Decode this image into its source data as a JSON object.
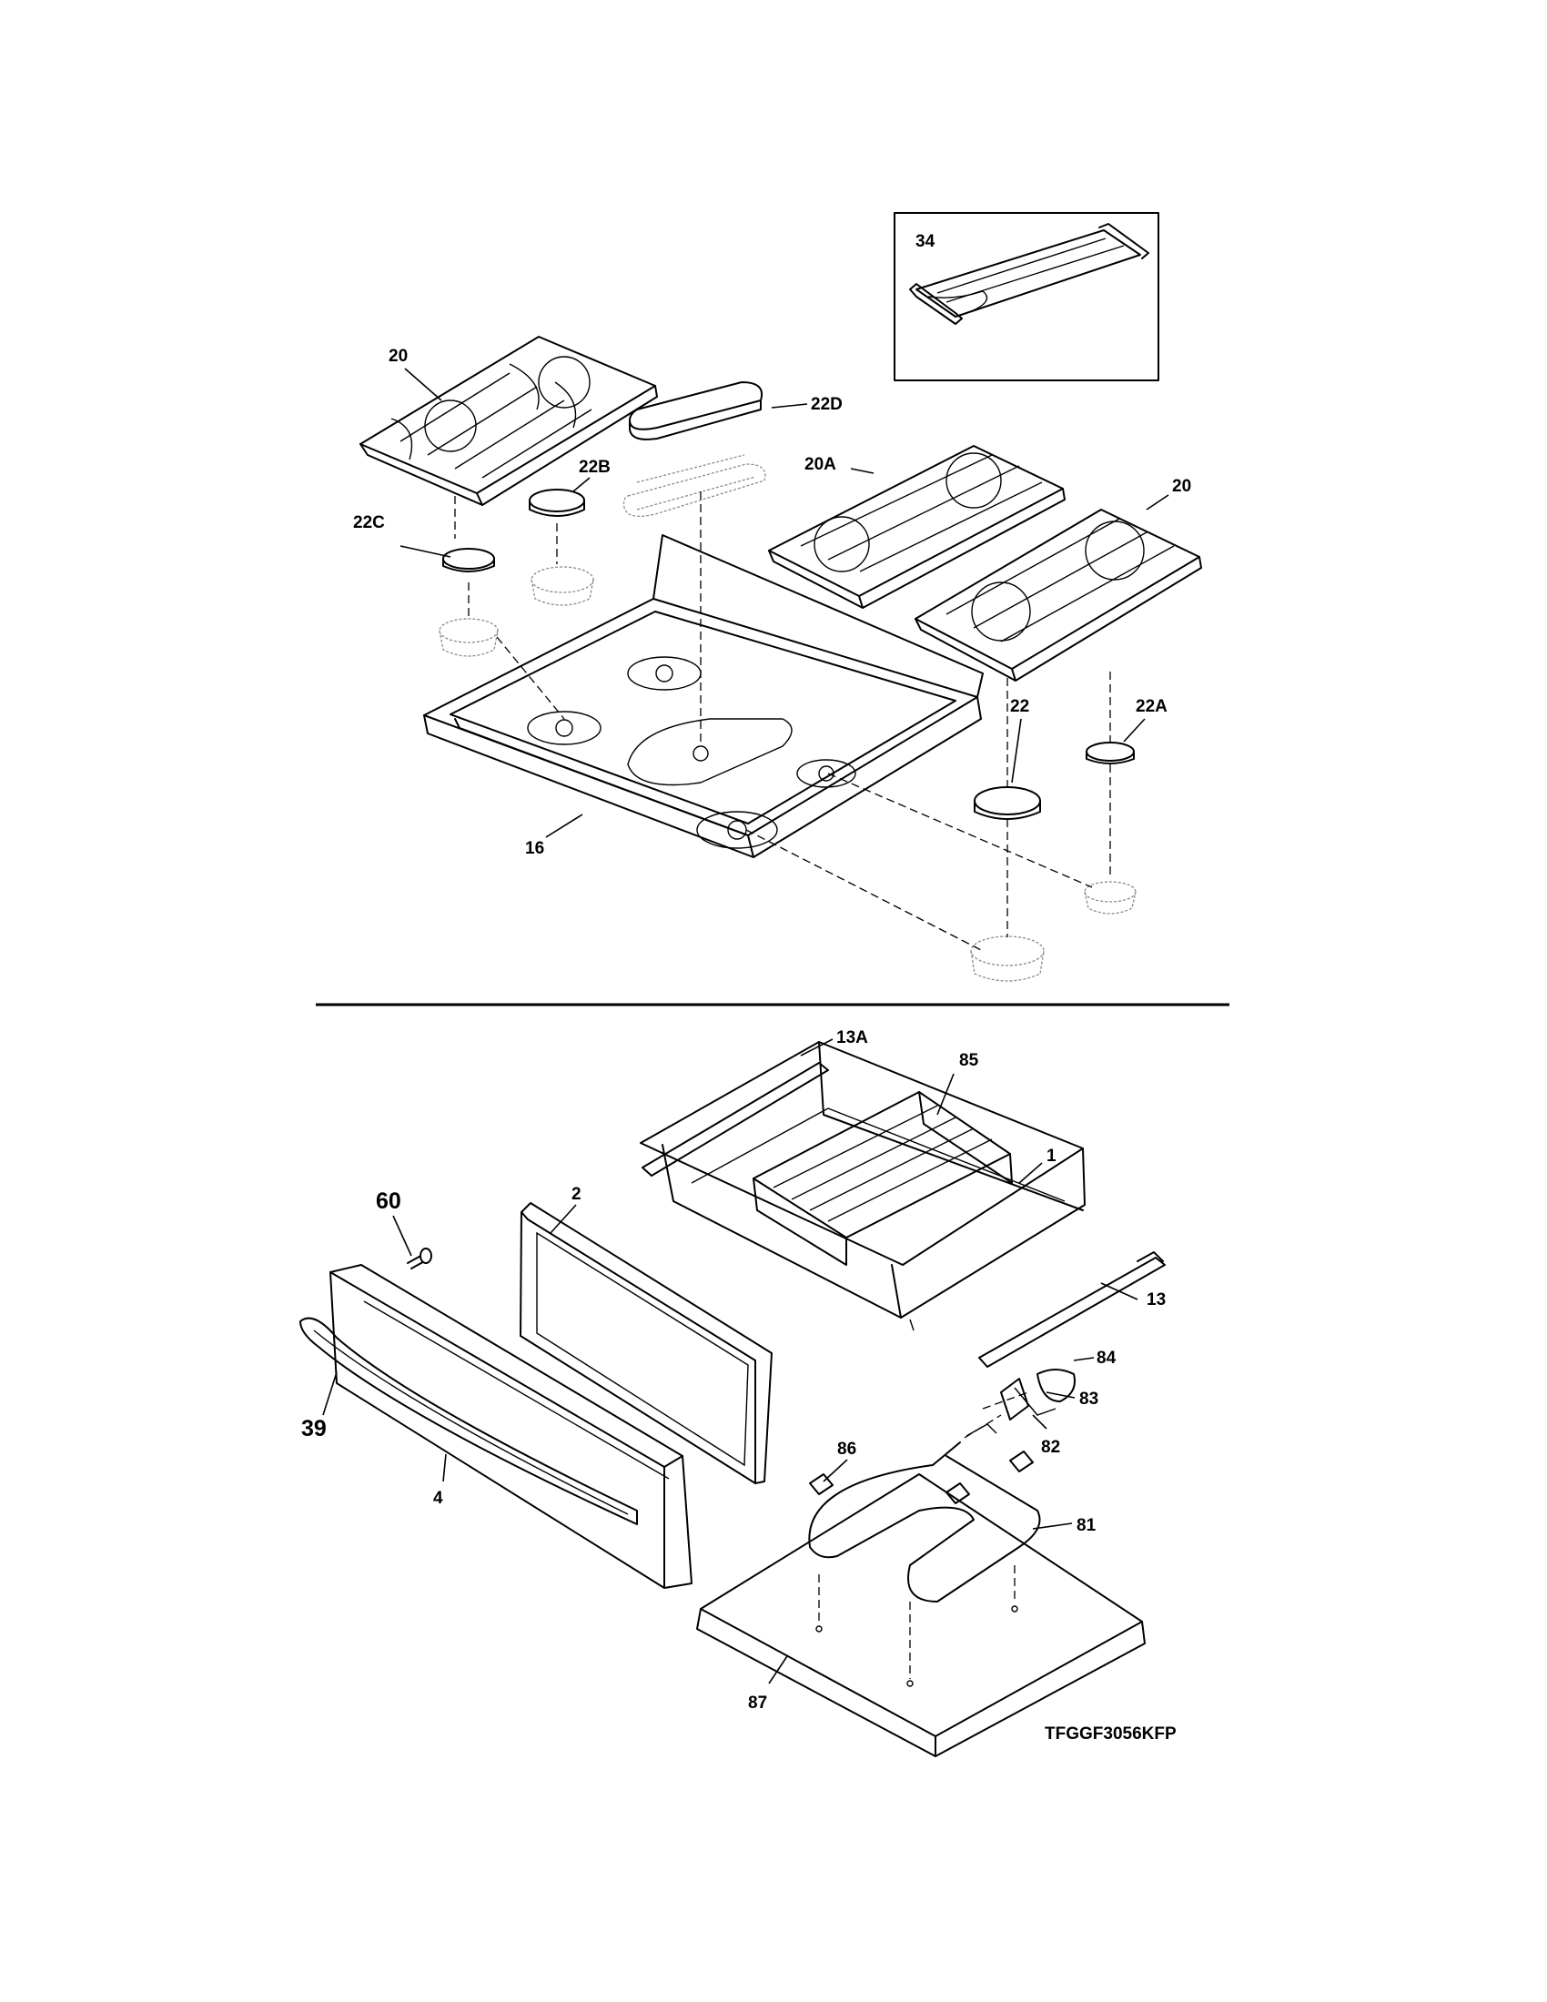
{
  "callouts": {
    "c34": "34",
    "c20_left": "20",
    "c22D": "22D",
    "c22B": "22B",
    "c20A": "20A",
    "c20_right": "20",
    "c22C": "22C",
    "c22": "22",
    "c22A": "22A",
    "c16": "16",
    "c13A": "13A",
    "c85": "85",
    "c1": "1",
    "c2": "2",
    "c60": "60",
    "c13": "13",
    "c84": "84",
    "c83": "83",
    "c39": "39",
    "c86": "86",
    "c82": "82",
    "c4": "4",
    "c81": "81",
    "c87": "87"
  },
  "model_number": "TFGGF3056KFP"
}
